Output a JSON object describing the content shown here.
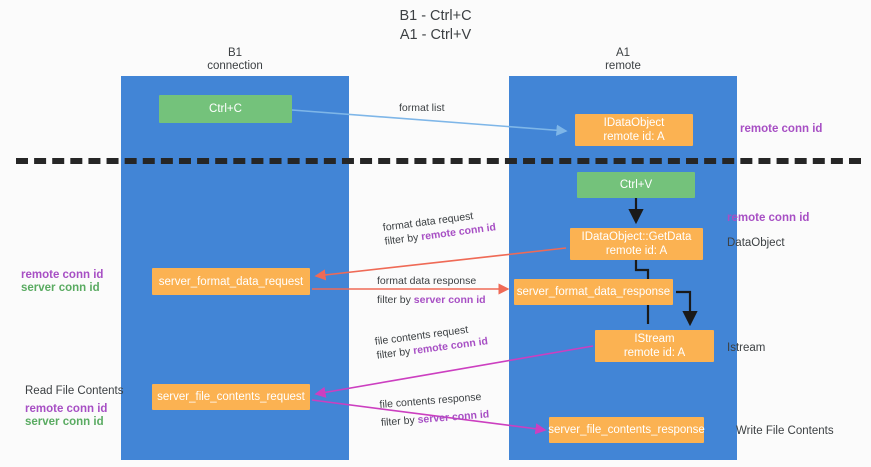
{
  "title": {
    "line1": "B1 - Ctrl+C",
    "line2": "A1 - Ctrl+V"
  },
  "columns": {
    "left": {
      "name": "B1",
      "role": "connection"
    },
    "right": {
      "name": "A1",
      "role": "remote"
    }
  },
  "nodes": {
    "ctrl_c": {
      "label": "Ctrl+C",
      "color": "#74c27b"
    },
    "idataobject": {
      "line1": "IDataObject",
      "line2": "remote id: A",
      "color": "#fbb252"
    },
    "ctrl_v": {
      "label": "Ctrl+V",
      "color": "#74c27b"
    },
    "getdata": {
      "line1": "IDataObject::GetData",
      "line2": "remote id: A",
      "color": "#fbb252"
    },
    "server_format_data_request": {
      "label": "server_format_data_request",
      "color": "#fbb252"
    },
    "server_format_data_response": {
      "label": "server_format_data_response",
      "color": "#fbb252"
    },
    "istream": {
      "line1": "IStream",
      "line2": "remote id: A",
      "color": "#fbb252"
    },
    "server_file_contents_request": {
      "label": "server_file_contents_request",
      "color": "#fbb252"
    },
    "server_file_contents_response": {
      "label": "server_file_contents_response",
      "color": "#fbb252"
    }
  },
  "edges": {
    "format_list": {
      "label": "format list",
      "color": "#7eb6e8"
    },
    "format_data_request": {
      "label": "format data request",
      "filter_prefix": "filter by ",
      "filter_key": "remote conn id",
      "color": "#ef6a56"
    },
    "format_data_response": {
      "label": "format data response",
      "filter_prefix": "filter by ",
      "filter_key": "server conn id",
      "color": "#ef6a56"
    },
    "file_contents_request": {
      "label": "file contents request",
      "filter_prefix": "filter by ",
      "filter_key": "remote conn id",
      "color": "#cc3fc0"
    },
    "file_contents_response": {
      "label": "file contents response",
      "filter_prefix": "filter by ",
      "filter_key": "server conn id",
      "color": "#cc3fc0"
    }
  },
  "side_labels": {
    "remote_conn_id_top": "remote conn id",
    "remote_conn_id_mid": "remote conn id",
    "dataobject": "DataObject",
    "istream": "Istream",
    "write_file_contents": "Write File Contents",
    "left_remote_conn_id": "remote conn id",
    "left_server_conn_id": "server conn id",
    "read_file_contents": "Read File Contents",
    "left_remote_conn_id_2": "remote conn id",
    "left_server_conn_id_2": "server conn id"
  },
  "colors": {
    "lane": "#4285d6",
    "purple": "#a74fc4",
    "green": "#5aab62",
    "divider": "#262626",
    "background": "#fbfbfb"
  }
}
